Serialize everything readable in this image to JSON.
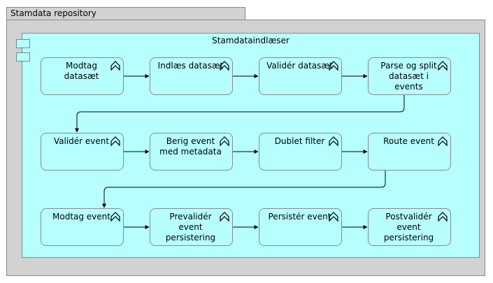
{
  "repository": {
    "title": "Stamdata repository"
  },
  "component": {
    "title": "Stamdataindlæser"
  },
  "process_icon": "process-chevron-icon",
  "rows": [
    {
      "processes": [
        "Modtag\ndatasæt",
        "Indlæs datasæt",
        "Validér datasæt",
        "Parse og split\ndatasæt i\nevents"
      ]
    },
    {
      "processes": [
        "Validér event",
        "Berig event\nmed metadata",
        "Dublet filter",
        "Route event"
      ]
    },
    {
      "processes": [
        "Modtag event",
        "Prevalidér\nevent\npersistering",
        "Persistér event",
        "Postvalidér\nevent\npersistering"
      ]
    }
  ]
}
